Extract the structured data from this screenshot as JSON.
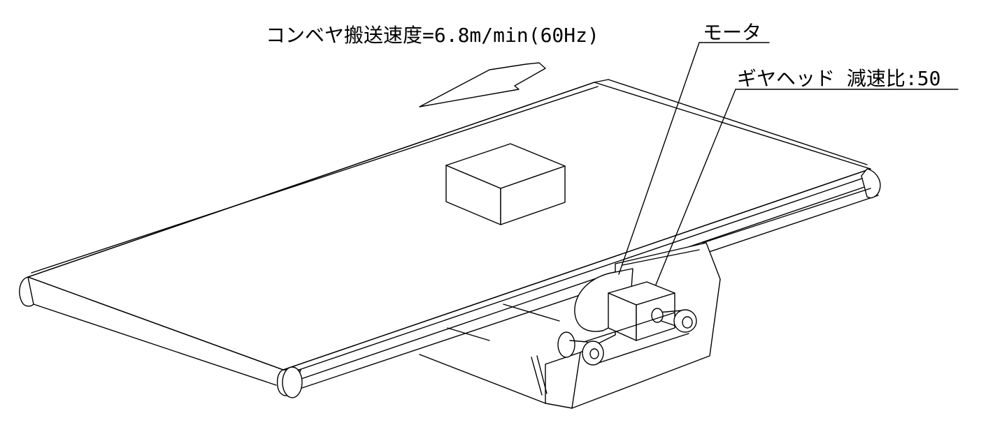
{
  "labels": {
    "speed": "コンベヤ搬送速度=6.8m/min(60Hz)",
    "motor": "モータ",
    "gearhead": "ギヤヘッド 減速比:50"
  },
  "colors": {
    "line": "#000000",
    "background": "#ffffff"
  },
  "icons": {
    "direction_arrow": "arrow-left-icon"
  }
}
